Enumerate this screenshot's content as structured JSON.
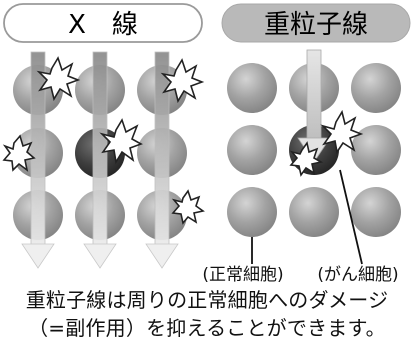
{
  "xray": {
    "title": "X　線"
  },
  "heavy_ion": {
    "title": "重粒子線"
  },
  "labels": {
    "normal_cell": "(正常細胞)",
    "cancer_cell": "(がん細胞)"
  },
  "caption": {
    "line1": "重粒子線は周りの正常細胞へのダメージ",
    "line2": "（=副作用）を抑えることができます。"
  },
  "colors": {
    "pill_xray_fill": "#ffffff",
    "pill_heavy_fill": "#b9b9b9",
    "normal_cell": "#9a9a9a",
    "cancer_cell": "#3a3a3a",
    "arrow": "#cfcfcf"
  }
}
